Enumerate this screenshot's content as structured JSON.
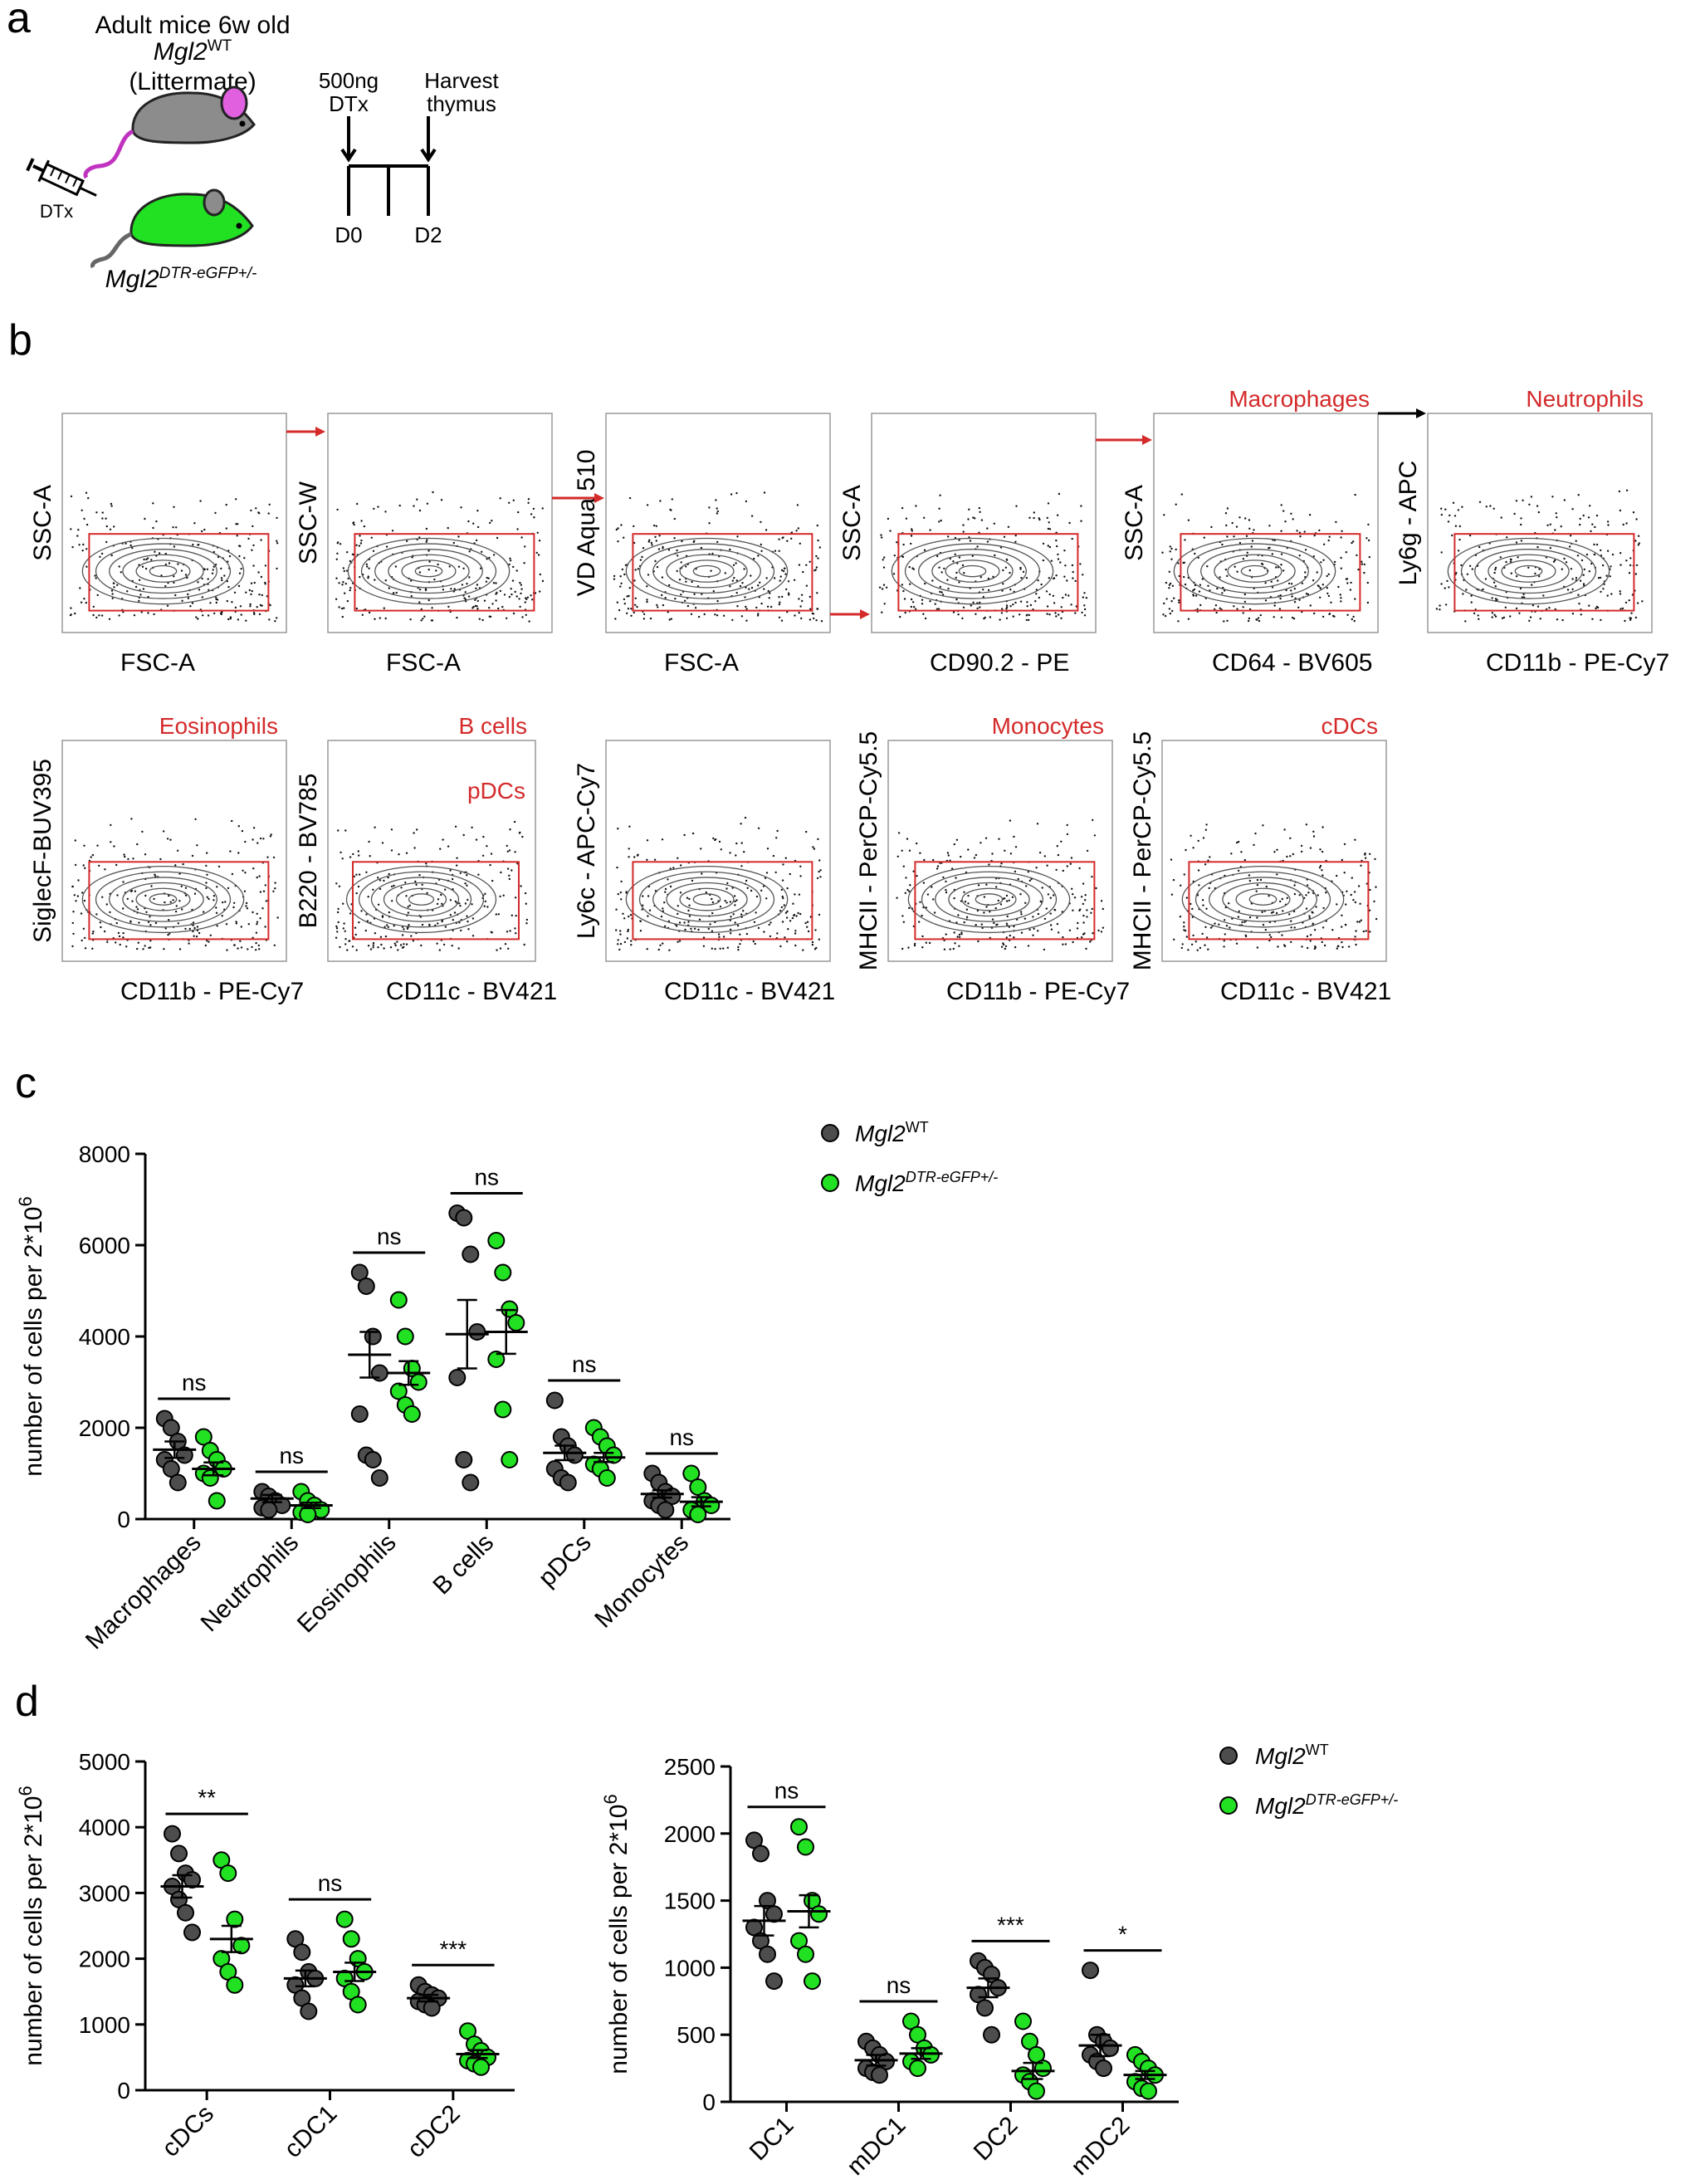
{
  "panels": {
    "a": "a",
    "b": "b",
    "c": "c",
    "d": "d"
  },
  "panel_a": {
    "title_line1": "Adult mice 6w old",
    "wt_italic": "Mgl2",
    "wt_sup": "WT",
    "littermate": "(Littermate)",
    "syringe_label": "DTx",
    "dtr_italic": "Mgl2",
    "dtr_sup": "DTR-eGFP+/-",
    "dose_line1": "500ng",
    "dose_line2": "DTx",
    "harvest_line1": "Harvest",
    "harvest_line2": "thymus",
    "d0": "D0",
    "d2": "D2",
    "colors": {
      "wt_mouse": "#8c8c8c",
      "dtr_mouse": "#22e022",
      "tail_wt": "#c033c0",
      "ear": "#e060e0"
    }
  },
  "panel_b": {
    "plots": [
      {
        "ylabel": "SSC-A",
        "xlabel": "FSC-A"
      },
      {
        "ylabel": "SSC-W",
        "xlabel": "FSC-A"
      },
      {
        "ylabel": "VD Aqua 510",
        "xlabel": "FSC-A"
      },
      {
        "ylabel": "SSC-A",
        "xlabel": "CD90.2 - PE"
      },
      {
        "ylabel": "SSC-A",
        "xlabel": "CD64 - BV605",
        "gate": "Macrophages"
      },
      {
        "ylabel": "Ly6g - APC",
        "xlabel": "CD11b - PE-Cy7",
        "gate": "Neutrophils"
      },
      {
        "ylabel": "SiglecF-BUV395",
        "xlabel": "CD11b - PE-Cy7",
        "gate": "Eosinophils"
      },
      {
        "ylabel": "B220 - BV785",
        "xlabel": "CD11c - BV421",
        "gate": "B cells",
        "gate2": "pDCs"
      },
      {
        "ylabel": "Ly6c - APC-Cy7",
        "xlabel": "CD11c - BV421"
      },
      {
        "ylabel": "MHCII - PerCP-Cy5.5",
        "xlabel": "CD11b - PE-Cy7",
        "gate": "Monocytes"
      },
      {
        "ylabel": "MHCII - PerCP-Cy5.5",
        "xlabel": "CD11c - BV421",
        "gate": "cDCs"
      }
    ],
    "gate_color": "#d42a2a"
  },
  "legend": {
    "wt_italic": "Mgl2",
    "wt_sup": "WT",
    "dtr_italic": "Mgl2",
    "dtr_sup": "DTR-eGFP+/-"
  },
  "colors": {
    "wt": "#4d4d4d",
    "dtr": "#22e022"
  },
  "chart_data": [
    {
      "id": "c",
      "type": "scatter",
      "ylabel": "number of cells per 2*10^6",
      "ylim": [
        0,
        8000
      ],
      "yticks": [
        0,
        2000,
        4000,
        6000,
        8000
      ],
      "categories": [
        "Macrophages",
        "Neutrophils",
        "Eosinophils",
        "B cells",
        "pDCs",
        "Monocytes"
      ],
      "significance": [
        "ns",
        "ns",
        "ns",
        "ns",
        "ns",
        "ns"
      ],
      "series": [
        {
          "name": "Mgl2 WT",
          "means": [
            1520,
            450,
            3600,
            4050,
            1450,
            550
          ],
          "sems": [
            180,
            80,
            500,
            750,
            160,
            80
          ],
          "points": [
            [
              2200,
              2000,
              1700,
              1400,
              1300,
              1100,
              800
            ],
            [
              600,
              500,
              400,
              300,
              250,
              200
            ],
            [
              5400,
              5100,
              4000,
              3200,
              2300,
              1400,
              1300,
              900
            ],
            [
              6700,
              6600,
              5800,
              4100,
              3100,
              1300,
              800
            ],
            [
              2600,
              1800,
              1600,
              1400,
              1100,
              900,
              800
            ],
            [
              1000,
              800,
              600,
              500,
              400,
              300,
              200
            ]
          ]
        },
        {
          "name": "Mgl2 DTR-eGFP+/-",
          "means": [
            1100,
            300,
            3200,
            4100,
            1350,
            380
          ],
          "sems": [
            140,
            60,
            260,
            480,
            100,
            100
          ],
          "points": [
            [
              1800,
              1500,
              1300,
              1100,
              1000,
              900,
              400
            ],
            [
              600,
              400,
              300,
              200,
              150,
              100
            ],
            [
              4800,
              4000,
              3300,
              3000,
              2800,
              2500,
              2300
            ],
            [
              6100,
              5400,
              4600,
              4300,
              3500,
              2400,
              1300
            ],
            [
              2000,
              1800,
              1600,
              1400,
              1200,
              1100,
              900
            ],
            [
              1000,
              700,
              400,
              300,
              200,
              100
            ]
          ]
        }
      ]
    },
    {
      "id": "d1",
      "type": "scatter",
      "ylabel": "number of cells per 2*10^6",
      "ylim": [
        0,
        5000
      ],
      "yticks": [
        0,
        1000,
        2000,
        3000,
        4000,
        5000
      ],
      "categories": [
        "cDCs",
        "cDC1",
        "cDC2"
      ],
      "significance": [
        "**",
        "ns",
        "***"
      ],
      "series": [
        {
          "name": "Mgl2 WT",
          "means": [
            3100,
            1700,
            1400
          ],
          "sems": [
            170,
            120,
            50
          ],
          "points": [
            [
              3900,
              3600,
              3300,
              3200,
              3100,
              2900,
              2700,
              2400
            ],
            [
              2300,
              2100,
              1800,
              1700,
              1600,
              1400,
              1200
            ],
            [
              1600,
              1500,
              1450,
              1400,
              1350,
              1300,
              1250
            ]
          ]
        },
        {
          "name": "Mgl2 DTR-eGFP+/-",
          "means": [
            2300,
            1800,
            550
          ],
          "sems": [
            200,
            140,
            60
          ],
          "points": [
            [
              3500,
              3300,
              2600,
              2200,
              2000,
              1800,
              1600
            ],
            [
              2600,
              2300,
              2000,
              1800,
              1700,
              1500,
              1300
            ],
            [
              900,
              700,
              600,
              500,
              450,
              400,
              350
            ]
          ]
        }
      ]
    },
    {
      "id": "d2",
      "type": "scatter",
      "ylabel": "number of cells per 2*10^6",
      "ylim": [
        0,
        2500
      ],
      "yticks": [
        0,
        500,
        1000,
        1500,
        2000,
        2500
      ],
      "categories": [
        "DC1",
        "mDC1",
        "DC2",
        "mDC2"
      ],
      "significance": [
        "ns",
        "ns",
        "***",
        "*"
      ],
      "series": [
        {
          "name": "Mgl2 WT",
          "means": [
            1350,
            310,
            850,
            420
          ],
          "sems": [
            110,
            40,
            70,
            80
          ],
          "points": [
            [
              1950,
              1850,
              1500,
              1400,
              1300,
              1200,
              1100,
              900
            ],
            [
              450,
              400,
              350,
              300,
              250,
              220,
              200
            ],
            [
              1050,
              1000,
              950,
              850,
              800,
              700,
              500
            ],
            [
              980,
              500,
              450,
              400,
              350,
              300,
              250
            ]
          ]
        },
        {
          "name": "Mgl2 DTR-eGFP+/-",
          "means": [
            1420,
            360,
            230,
            200
          ],
          "sems": [
            120,
            40,
            60,
            30
          ],
          "points": [
            [
              2050,
              1900,
              1500,
              1400,
              1200,
              1100,
              900
            ],
            [
              600,
              500,
              400,
              350,
              300,
              250
            ],
            [
              600,
              450,
              350,
              250,
              200,
              150,
              80
            ],
            [
              350,
              300,
              250,
              200,
              150,
              100,
              80
            ]
          ]
        }
      ]
    }
  ]
}
